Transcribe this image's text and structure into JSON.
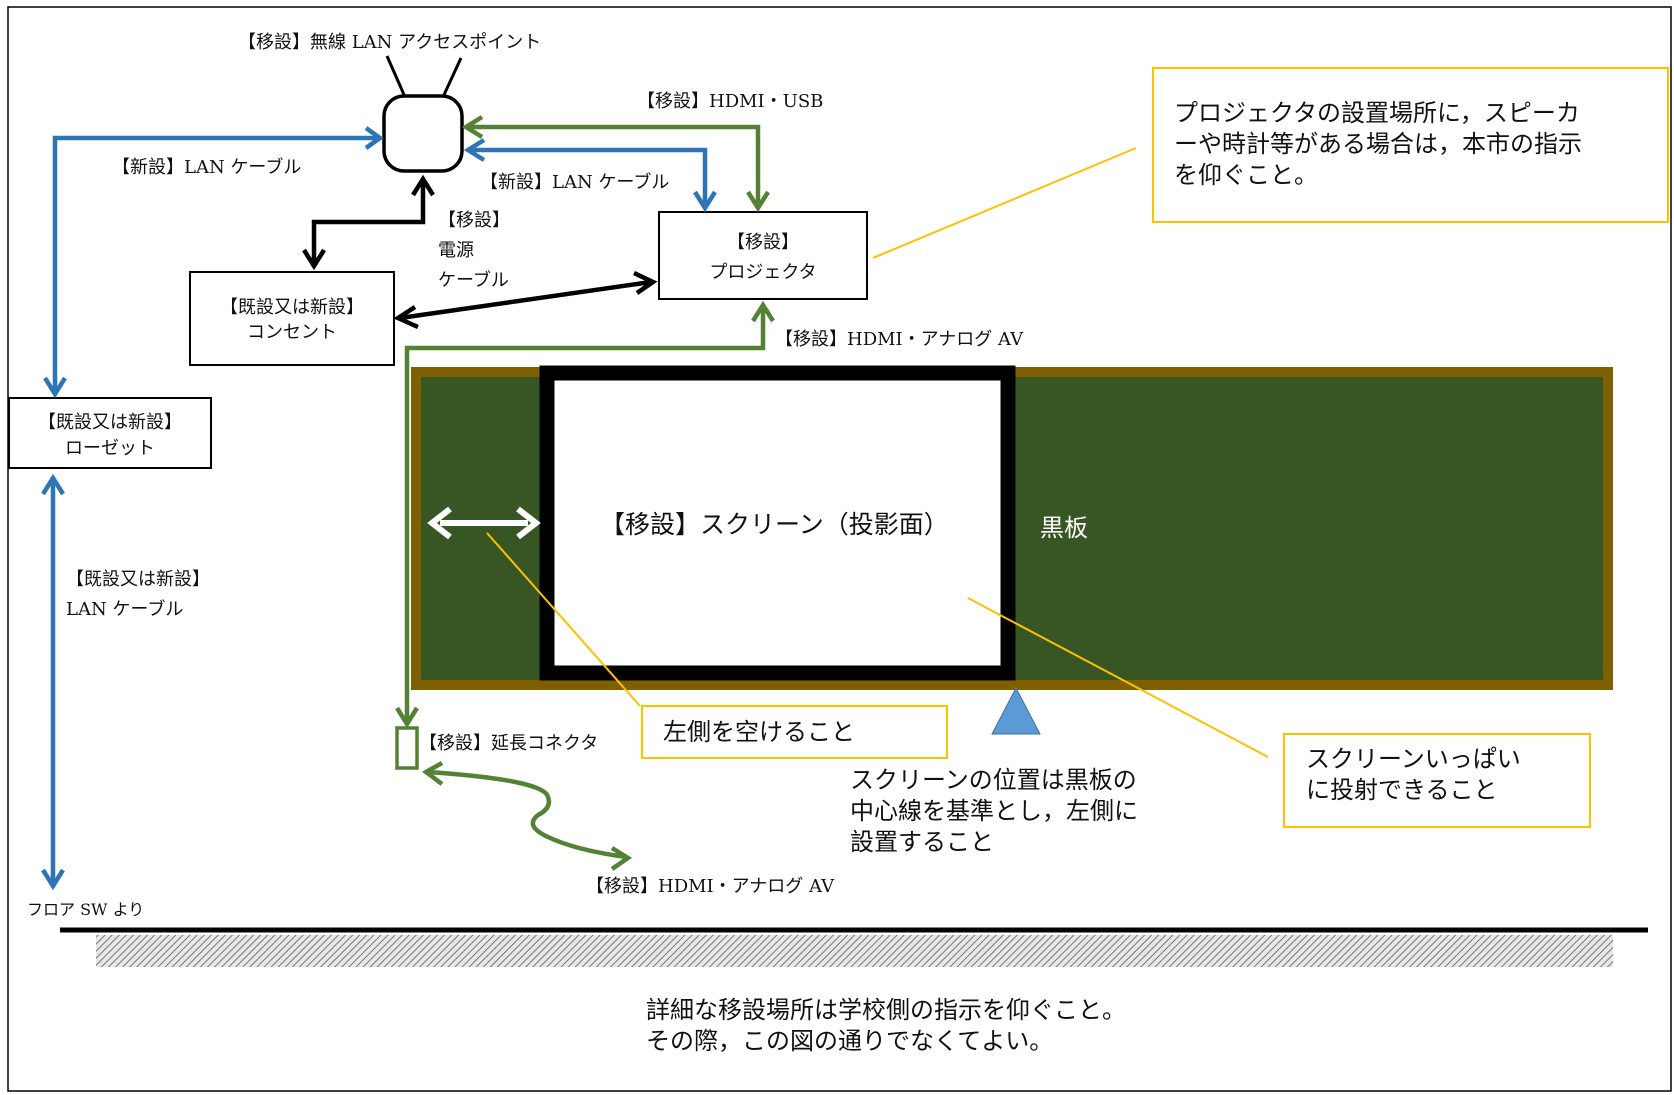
{
  "labels": {
    "ap_title": "【移設】無線 LAN アクセスポイント",
    "hdmi_usb": "【移設】HDMI・USB",
    "lan_cable_new_left": "【新設】LAN ケーブル",
    "lan_cable_new_right": "【新設】LAN ケーブル",
    "power_line1": "【移設】",
    "power_line2": "電源",
    "power_line3": "ケーブル",
    "projector_line1": "【移設】",
    "projector_line2": "プロジェクタ",
    "outlet_line1": "【既設又は新設】",
    "outlet_line2": "コンセント",
    "rosette_line1": "【既設又は新設】",
    "rosette_line2": "ローゼット",
    "hdmi_analog_top": "【移設】HDMI・アナログ AV",
    "lan_existing_line1": "【既設又は新設】",
    "lan_existing_line2": "LAN ケーブル",
    "screen_label": "【移設】スクリーン（投影面）",
    "blackboard_label": "黒板",
    "extension_connector": "【移設】延長コネクタ",
    "hdmi_analog_bottom": "【移設】HDMI・アナログ AV",
    "floor_sw": "フロア SW より",
    "footer_line1": "詳細な移設場所は学校側の指示を仰ぐこと。",
    "footer_line2": "その際，この図の通りでなくてよい。"
  },
  "notes": {
    "projector_note_line1": "プロジェクタの設置場所に，スピーカ",
    "projector_note_line2": "ーや時計等がある場合は，本市の指示",
    "projector_note_line3": "を仰ぐこと。",
    "left_space_note": "左側を空けること",
    "screen_position_line1": "スクリーンの位置は黒板の",
    "screen_position_line2": "中心線を基準とし，左側に",
    "screen_position_line3": "設置すること",
    "full_projection_line1": "スクリーンいっぱい",
    "full_projection_line2": "に投射できること"
  },
  "colors": {
    "lan_blue": "#2e75b6",
    "hdmi_green": "#548235",
    "power_black": "#000000",
    "note_yellow": "#ffc000",
    "board_green": "#375623",
    "board_frame": "#7f6000",
    "center_marker": "#5b9bd5"
  }
}
